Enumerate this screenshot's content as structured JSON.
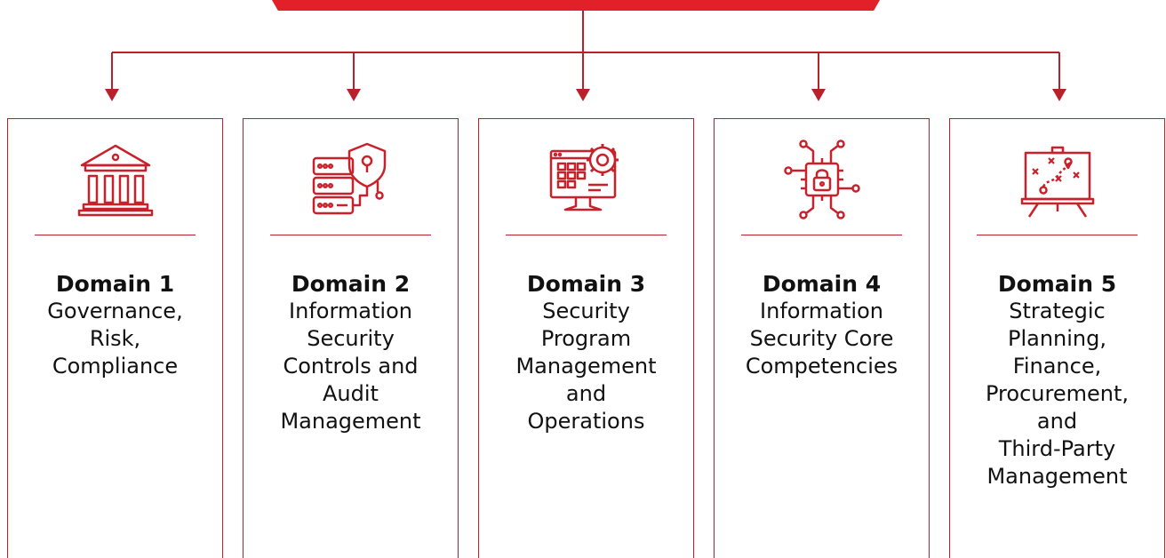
{
  "colors": {
    "accent": "#c9212b",
    "bar": "#e2202a",
    "text": "#111111"
  },
  "domains": [
    {
      "title": "Domain 1",
      "lines": [
        "Governance,",
        "Risk,",
        "Compliance"
      ],
      "icon": "bank-building-icon"
    },
    {
      "title": "Domain 2",
      "lines": [
        "Information",
        "Security",
        "Controls and",
        "Audit",
        "Management"
      ],
      "icon": "server-shield-icon"
    },
    {
      "title": "Domain 3",
      "lines": [
        "Security",
        "Program",
        "Management",
        "and",
        "Operations"
      ],
      "icon": "monitor-gear-icon"
    },
    {
      "title": "Domain 4",
      "lines": [
        "Information",
        "Security Core",
        "Competencies"
      ],
      "icon": "chip-lock-icon"
    },
    {
      "title": "Domain 5",
      "lines": [
        "Strategic",
        "Planning,",
        "Finance,",
        "Procurement,",
        "and",
        "Third-Party",
        "Management"
      ],
      "icon": "strategy-board-icon"
    }
  ]
}
